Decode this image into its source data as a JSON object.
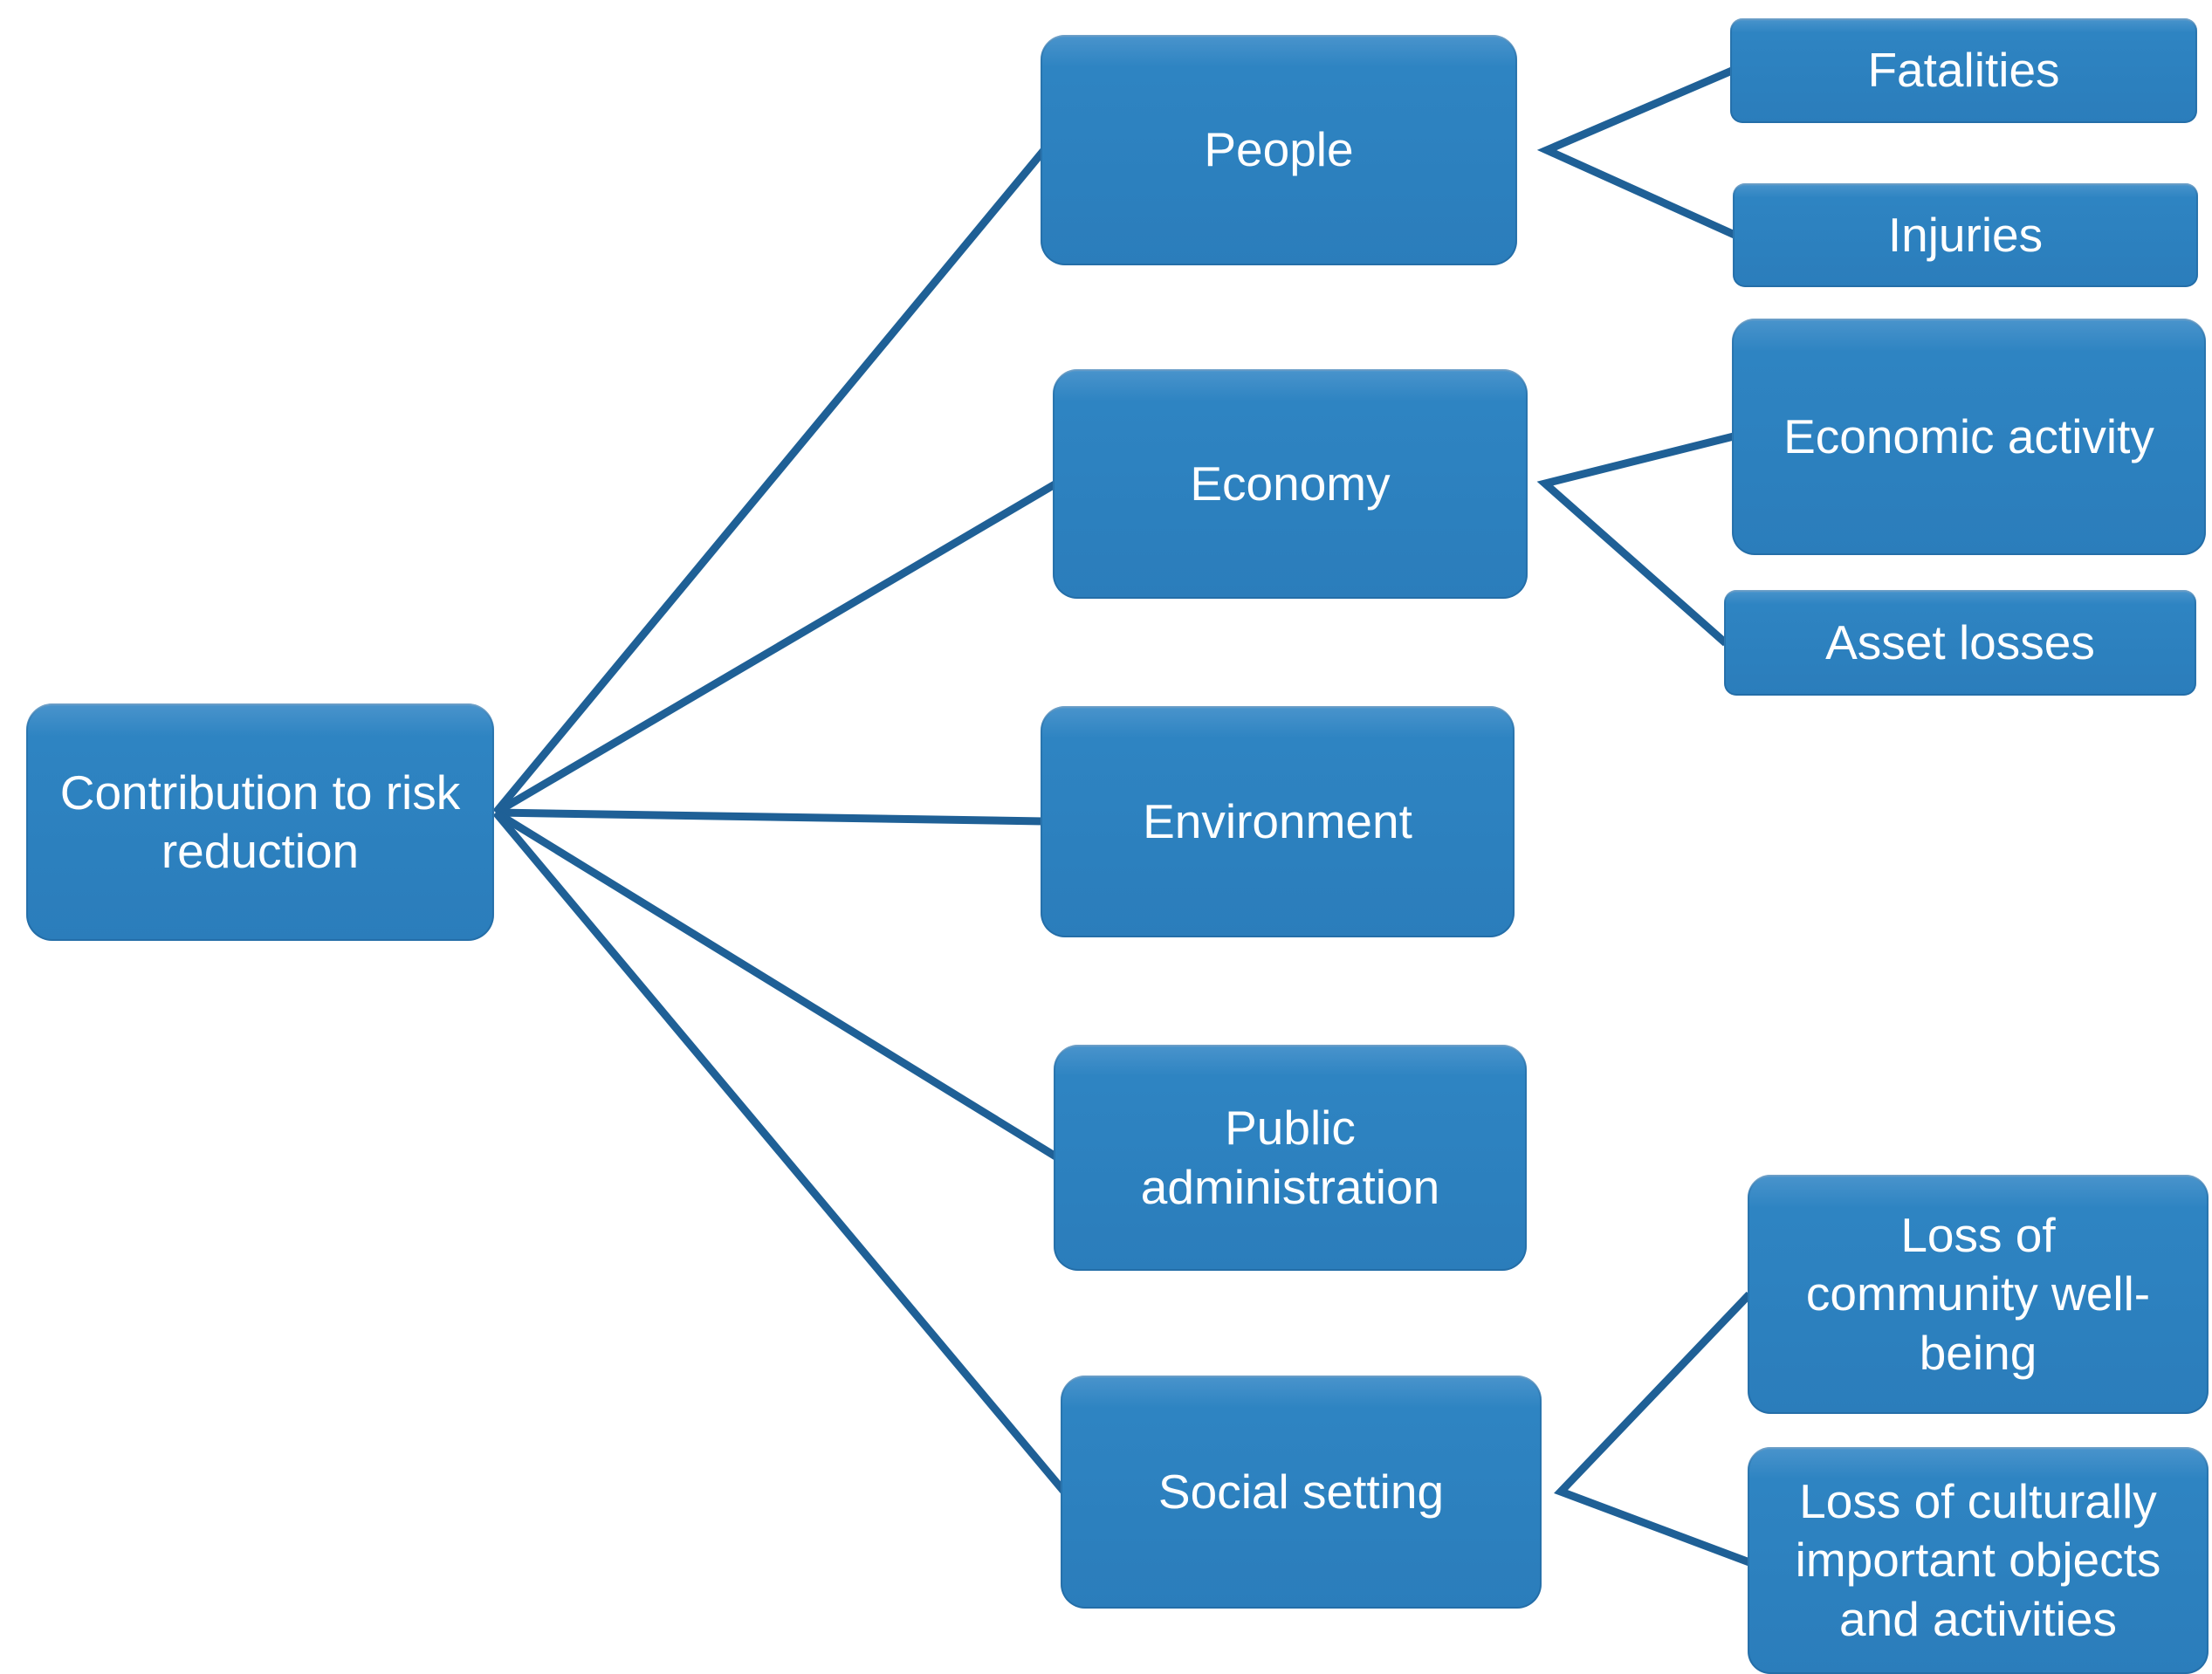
{
  "figure": {
    "type": "tree-diagram",
    "nodes": {
      "root": "Contribution to risk reduction",
      "people": "People",
      "economy": "Economy",
      "environment": "Environment",
      "public_administration": "Public administration",
      "social_setting": "Social setting",
      "fatalities": "Fatalities",
      "injuries": "Injuries",
      "economic_activity": "Economic activity",
      "asset_losses": "Asset losses",
      "loss_community": "Loss of community well-being",
      "loss_cultural": "Loss of culturally important objects and activities"
    },
    "edges": [
      {
        "from": "root",
        "to": "people"
      },
      {
        "from": "root",
        "to": "economy"
      },
      {
        "from": "root",
        "to": "environment"
      },
      {
        "from": "root",
        "to": "public_administration"
      },
      {
        "from": "root",
        "to": "social_setting"
      },
      {
        "from": "people",
        "to": "fatalities"
      },
      {
        "from": "people",
        "to": "injuries"
      },
      {
        "from": "economy",
        "to": "economic_activity"
      },
      {
        "from": "economy",
        "to": "asset_losses"
      },
      {
        "from": "social_setting",
        "to": "loss_community"
      },
      {
        "from": "social_setting",
        "to": "loss_cultural"
      }
    ],
    "colors": {
      "node_fill": "#2E84C2",
      "connector": "#1F6096",
      "text": "#FFFFFF"
    }
  }
}
